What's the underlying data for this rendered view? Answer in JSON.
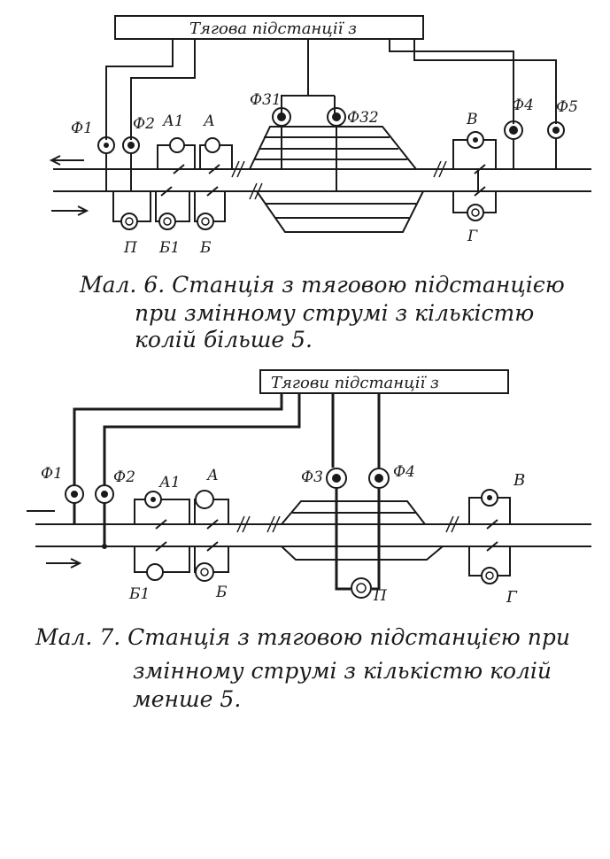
{
  "diagram1": {
    "box_title": "Тягова   підстанції з",
    "labels": {
      "f1": "Ф1",
      "f2": "Ф2",
      "a1": "А1",
      "a": "А",
      "f31": "Ф31",
      "f32": "Ф32",
      "v": "В",
      "f4": "Ф4",
      "f5": "Ф5",
      "p": "П",
      "b1": "Б1",
      "b": "Б",
      "g": "Г"
    },
    "caption": [
      "Мал. 6. Станція з тяговою підстанцією",
      "при змінному струмі з кількістю",
      "колій більше 5."
    ]
  },
  "diagram2": {
    "box_title": "Тягови   підстанції з",
    "labels": {
      "f1": "Ф1",
      "f2": "Ф2",
      "a1": "А1",
      "a": "А",
      "f3": "Ф3",
      "f4": "Ф4",
      "v": "В",
      "b1": "Б1",
      "b": "Б",
      "p": "П",
      "g": "Г"
    },
    "caption": [
      "Мал. 7. Станція з тяговою підстанцією при",
      "змінному струмі з кількістю колій",
      "менше 5."
    ]
  },
  "colors": {
    "ink": "#1a1a1a",
    "paper": "#ffffff"
  }
}
